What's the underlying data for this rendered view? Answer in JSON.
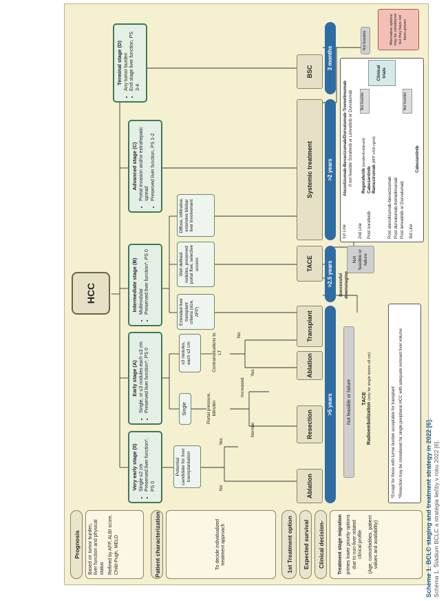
{
  "diagram": {
    "left_labels": {
      "prognosis": "Prognosis",
      "patient_characterization": "Patient characterization",
      "clinical_decision": "Clinical decision-making"
    },
    "prognosis_box": {
      "line1": "Based on tumor burden, liver function and physical status",
      "line2": "Refined by AFP, ALBI score, Child-Pugh, MELD"
    },
    "patient_char_box": "To decide individualized treatment approach",
    "decision_box": {
      "title": "Treatment stage migration",
      "line1": "primes lower priority options due to non-liver related clinical profile",
      "line2": "(Age, comorbidities, patient values and availability)"
    },
    "treatment_option_label": "1st Treatment option",
    "expected_survival_label": "Expected survival",
    "hcc": "HCC",
    "stages": {
      "very_early": {
        "title": "Very early stage (0)",
        "items": [
          "Single ≤2 cm",
          "Preserved liver function*, PS 0"
        ]
      },
      "early": {
        "title": "Early stage (A)",
        "items": [
          "Single, or ≤3 nodules each ≤3 cm",
          "Preserved liver function*, PS 0"
        ]
      },
      "intermediate": {
        "title": "Intermediate stage (B)",
        "items": [
          "Multinodular",
          "Preserved liver function*, PS 0"
        ]
      },
      "advanced": {
        "title": "Advanced stage (C)",
        "items": [
          "Portal invasion and/or extrahepatic spread",
          "Preserved liver function, PS 1-2"
        ]
      },
      "terminal": {
        "title": "Terminal stage (D)",
        "items": [
          "Any tumor burden",
          "End stage liver function, PS 3-4"
        ]
      }
    },
    "nodes": {
      "potential_candidate": "Potential candidate for liver transplantation",
      "yes1": "Yes",
      "no1": "No",
      "single": "Single",
      "nodules": "≤3 nodules, each ≤3 cm",
      "portal_pressure": "Portal pressure, bilirubin",
      "normal": "Normal",
      "increased": "Increased",
      "contraindications": "Contraindications to LT",
      "yes2": "Yes",
      "no2": "No",
      "extended_criteria": "Extended liver transplant criteria (size, AFP)",
      "well_defined": "Well defined nodules, preserved portal flow, selective access",
      "diffuse": "Diffuse, infiltrative, extensive bilobar liver involvement",
      "successful_downstaging": "Successful downstaging",
      "not_feasible_failure": "Not feasible or failure",
      "not_feasible_or_failure_long": "Not feasible or failure",
      "not_feasible": "Not feasible",
      "tace_title": "TACE",
      "radioembolization": "Radioembolization",
      "radio_note": "(only for single lesion ≤8 cm)"
    },
    "treatments": {
      "ablation1": "Ablation",
      "resection": "Resection",
      "ablation2": "Ablation",
      "transplant": "Transplant",
      "tace": "TACE",
      "systemic": "Systemic treatment",
      "bsc": "BSC"
    },
    "survival": {
      "gt5": ">5 years",
      "gt25": ">2.5 years",
      "gt2": ">2 years",
      "m3": "3 months"
    },
    "systemic_lines": {
      "line1_label": "1st Line",
      "line1_text": "Atezolizumab-Bevacizumab/Durvalumab-Tremelimumab",
      "line1_sub": "If not feasible Sorafenib or Lenvatinib or Durvalumab",
      "line2_label": "2nd Line",
      "post_sorafenib": "Post sorafenib",
      "regorafenib": "Regorafenib",
      "regorafenib_note": "(sorafenib-tolerant)",
      "cabozantinib": "Cabozantinib",
      "ramucirumab": "Ramucirumab",
      "ramucirumab_note": "(AFP ≥400 ng/ml)",
      "post_atezo": "Post atezolizumab-bevacizumab",
      "post_durva": "Post durvalumab-tremelimumab",
      "post_lenva": "Post lenvatinib or Durvalumab",
      "line3_label": "3rd Line",
      "line3_text": "Cabozantinib",
      "clinical_trials": "Clinical trials",
      "not_feasible_a": "Not feasible",
      "not_feasible_b": "Not feasible",
      "not_feasible_c": "Not feasible"
    },
    "alternative_box": "Alternative options may be considered but they have not been proven",
    "footnotes": {
      "f1": "*Except for those with tumor burden acceptable for transplant",
      "f2": "*Resection may be considered for single peripheral HCC with adequate remnant liver volume"
    }
  },
  "caption": {
    "title": "Scheme 1. BCLC staging and treatment strategy in 2022 [6].",
    "subtitle": "Schéma 1. Štádium BCLC a stratégia liečby v roku 2022 [6]."
  }
}
